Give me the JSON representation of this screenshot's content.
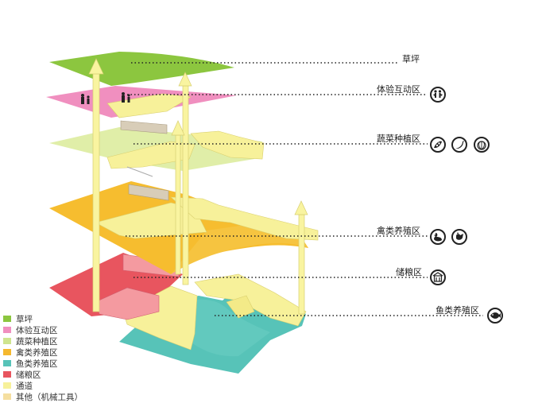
{
  "labels": {
    "grass": "草坪",
    "experience": "体验互动区",
    "vegetable": "蔬菜种植区",
    "poultry": "禽类养殖区",
    "storage": "储粮区",
    "fish": "鱼类养殖区"
  },
  "icons": {
    "experience": [
      "family-icon"
    ],
    "vegetable": [
      "pea-pod-icon",
      "chili-icon",
      "onion-icon"
    ],
    "poultry": [
      "duck-icon",
      "chicken-icon"
    ],
    "storage": [
      "granary-icon"
    ],
    "fish": [
      "fish-icon"
    ]
  },
  "legend": [
    {
      "label": "草坪",
      "color": "#8cc63f"
    },
    {
      "label": "体验互动区",
      "color": "#f08fbf"
    },
    {
      "label": "蔬菜种植区",
      "color": "#cfe58f"
    },
    {
      "label": "禽类养殖区",
      "color": "#f5b82e"
    },
    {
      "label": "鱼类养殖区",
      "color": "#57c3b8"
    },
    {
      "label": "储粮区",
      "color": "#e8555f"
    },
    {
      "label": "通道",
      "color": "#f7f19a"
    },
    {
      "label": "其他（机械工具）",
      "color": "#f5dfa0"
    }
  ],
  "colors": {
    "grass": "#8cc63f",
    "experience": "#f08fbf",
    "vegetable": "#dcec9f",
    "poultry": "#f6bd2f",
    "fish": "#57c3b8",
    "storage": "#e8555f",
    "corridor": "#f7f19a",
    "other": "#f5dfa0",
    "arrow": "#f9f4a0"
  }
}
